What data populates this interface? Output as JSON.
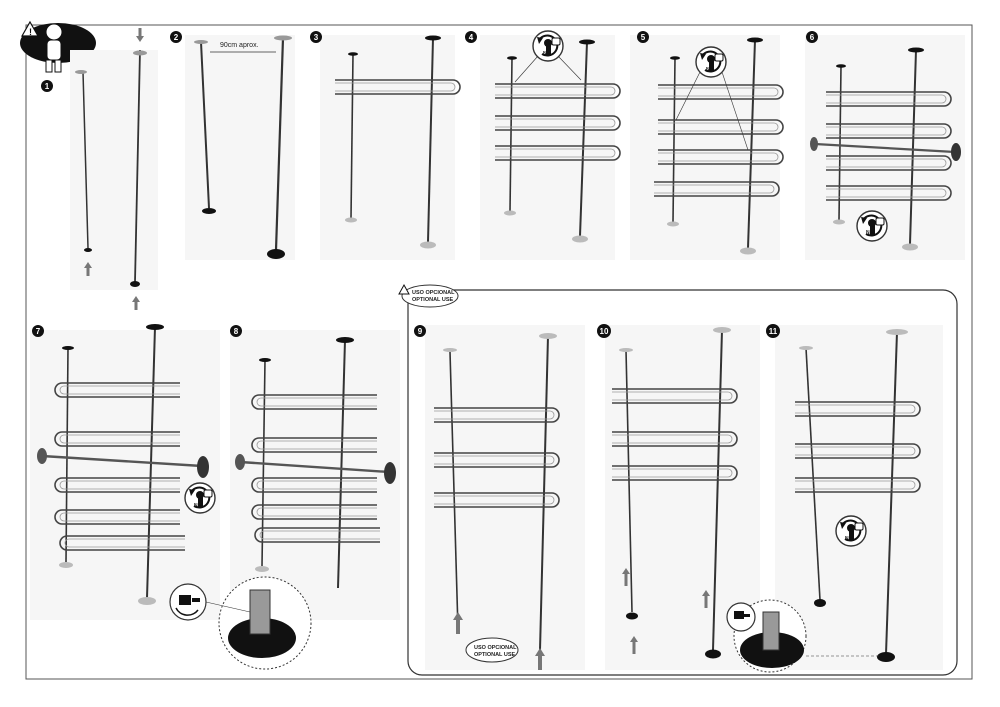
{
  "steps": [
    {
      "number": "1"
    },
    {
      "number": "2",
      "measure_label": "90cm aprox."
    },
    {
      "number": "3"
    },
    {
      "number": "4",
      "torque_label": "Nm"
    },
    {
      "number": "5",
      "torque_label": "Nm"
    },
    {
      "number": "6",
      "torque_label": "Nm"
    },
    {
      "number": "7",
      "torque_label": "Nm"
    },
    {
      "number": "8"
    },
    {
      "number": "9"
    },
    {
      "number": "10"
    },
    {
      "number": "11",
      "torque_label": "Nm"
    }
  ],
  "optional_box": {
    "label_line1": "USO OPCIONAL",
    "label_line2": "OPTIONAL USE"
  },
  "warning": {
    "icon": "warning-icon"
  },
  "colors": {
    "line": "#333333",
    "frame": "#555555",
    "panel": "#f4f4f4",
    "foot": "#111111"
  }
}
